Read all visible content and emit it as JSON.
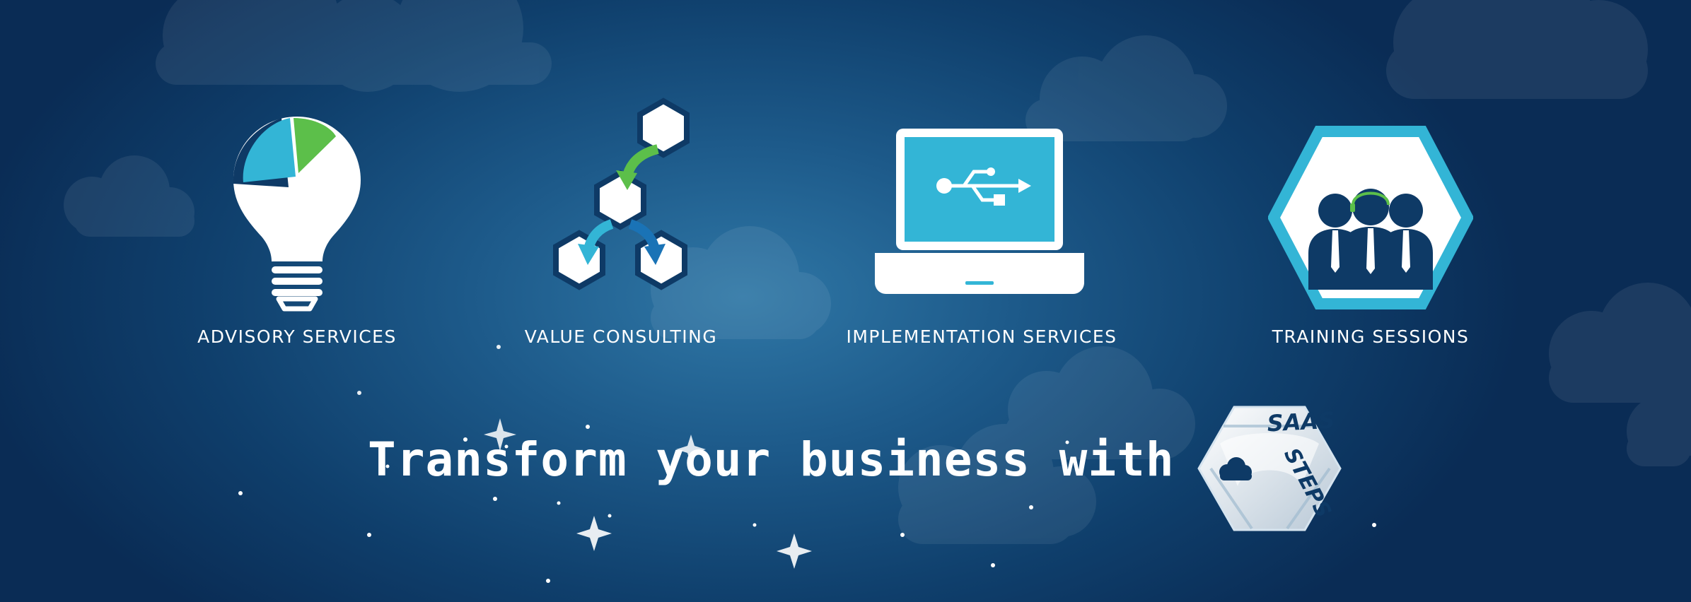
{
  "services": [
    {
      "label": "ADVISORY SERVICES",
      "icon": "lightbulb-pie-chart-icon"
    },
    {
      "label": "VALUE CONSULTING",
      "icon": "hexagon-flow-icon"
    },
    {
      "label": "IMPLEMENTATION SERVICES",
      "icon": "laptop-usb-icon"
    },
    {
      "label": "TRAINING SESSIONS",
      "icon": "team-hexagon-icon"
    }
  ],
  "tagline": "Transform your business with",
  "logo": {
    "line1": "SAAS",
    "line2": "STEPS",
    "icon": "saas-steps-logo"
  },
  "colors": {
    "background": "#154a78",
    "accent_cyan": "#33b5d6",
    "accent_green": "#5cbf4a",
    "accent_blue": "#1a73b6",
    "navy": "#0e3a66",
    "white": "#ffffff"
  }
}
